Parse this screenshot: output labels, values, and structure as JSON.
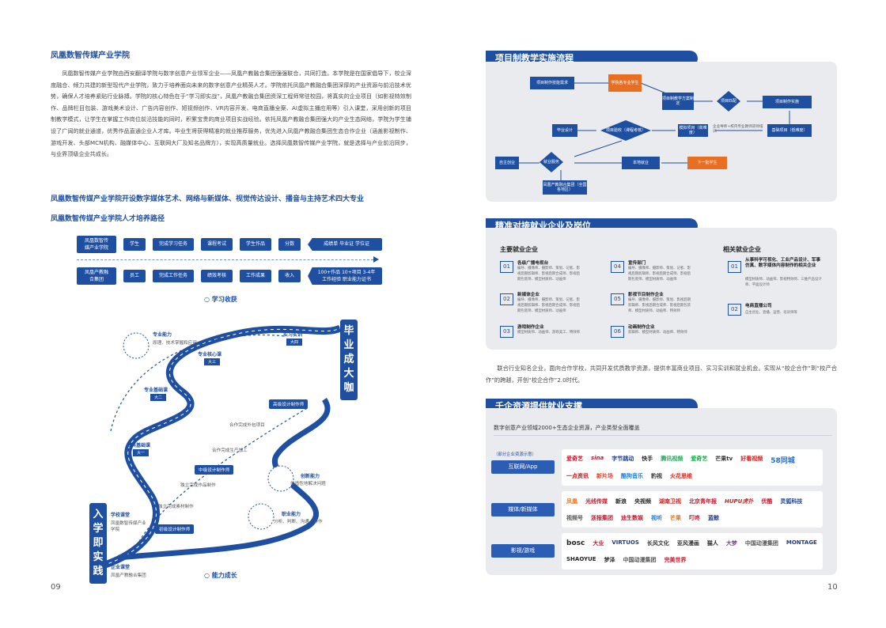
{
  "left_page": {
    "title": "凤凰数智传媒产业学院",
    "intro": "凤凰数智传媒产业学院由西安翻译学院与数字创意产业领军企业——凤凰产教融合集团强强联合，共同打造。本学院是在国家倡导下，校企深度融合、倾力共建的新型现代产业学院，致力于培养面向未来的数字创意产业精英人才。学院依托凤凰产教融合集团深厚的产业资源与前沿技术优势，确保人才培养紧贴行业脉搏。学院的核心特色在于“学习即实战”，凤凰产教融合集团资深工程师常驻校园，将真实的企业项目（如影视特效制作、品牌栏目包装、游戏美术设计、广告内容创作、短视频创作、VR内容开发、电商直播全案、AI虚拟主播应用等）引入课堂，采用创新的项目制教学模式，让学生在掌握工作岗位前沿技能的同时，积累宝贵的商业项目实战经验。依托凤凰产教融合集团强大的产业生态网络，学院为学生铺设了广阔的就业通道，优秀作品直通企业人才库。毕业生将获得精准的就业推荐服务，优先进入凤凰产教融合集团生态合作企业（涵盖影视制作、游戏开发、头部MCN机构、融媒体中心、互联网大厂及知名品牌方），实现高质量就业。选择凤凰数智传媒产业学院，就是选择与产业前沿同步，与业界顶级企业共成长。",
    "subtitle1": "凤凰数智传媒产业学院开设数字媒体艺术、网络与新媒体、视觉传达设计、播音与主持艺术四大专业",
    "subtitle2": "凤凰数智传媒产业学院人才培养路径",
    "row1": [
      "凤凰数智传媒产业学院",
      "学生",
      "完成学习任务",
      "课程考试",
      "学生作品",
      "分数",
      "成绩单  毕业证  学位证"
    ],
    "row2": [
      "凤凰产教融合集团",
      "员工",
      "完成工作任务",
      "绩效考核",
      "工作成果",
      "收入",
      "100+作品  10+项目 3-4年工作经验  职业能力证书"
    ],
    "learning": "学习收获",
    "growth": "能力成长",
    "top_vertical": "毕业成大咖",
    "bottom_vertical": "入学即实践",
    "roadmap": {
      "skill_pro": "专业能力",
      "skill_pro_desc": "原理、技术掌握和应用",
      "core_course": "专业核心课",
      "core_year": "大三",
      "base_course": "专业基础课",
      "base_year": "大二",
      "public_course": "公共基础课",
      "public_year": "大一",
      "practice": "实习实训",
      "practice_year": "大四",
      "high_design": "高级设计制作师",
      "mid_design": "中级设计制作师",
      "low_design": "初级设计制作师",
      "step1": "合作完成外包项目",
      "step2": "合作完成生产加工",
      "step3": "独立完成作品制作",
      "step4": "独立完成素材制作",
      "innov": "创新能力",
      "innov_desc": "创造性地解决问题",
      "career": "职业能力",
      "career_desc": "分析、判断、沟通、协作",
      "school_class": "学校课堂",
      "school_name": "凤凰数智传媒产业学院",
      "ent_class": "企业课堂",
      "ent_name": "凤凰产教融合集团"
    },
    "page_number": "09"
  },
  "right_page": {
    "sec1": "项目制教学实施流程",
    "flow": {
      "n1": "项目制作技能需求",
      "n2": "学院各专业学生",
      "n3": "项目制教学方案制定",
      "n4": "项目匹配",
      "n5": "项目制作实施",
      "n6": "毕业设计",
      "n7": "项目验收（课程考核）",
      "n8": "模拟项目（高难度）",
      "n9": "企业导师+校内专业教师双师培训",
      "n10": "基础项目（低难度）",
      "n11": "自主创业",
      "n12": "就业服务",
      "n13": "本地就业",
      "n14": "下一批学生",
      "n15": "凤凰产教融合集团（全国各地区）"
    },
    "sec2": "精准对接就业企业及岗位",
    "main_emp": "主要就业企业",
    "rel_emp": "相关就业企业",
    "jobs": [
      {
        "n": "01",
        "t": "各级广播电视台",
        "d": "编导、摄像师、摄影师、策划、记者、影视后期剪辑师、影视后期合成师、影视后期包装师、模型材质师、动画师"
      },
      {
        "n": "02",
        "t": "新媒体企业",
        "d": "编导、摄像师、摄影师、策划、记者、影视后期剪辑师、影视后期合成师、影视后期包装师、模型材质师、动画师"
      },
      {
        "n": "03",
        "t": "游戏制作企业",
        "d": "模型材质师、动画师、游戏美工、特效师"
      },
      {
        "n": "04",
        "t": "宣传部门",
        "d": "编导、摄像师、摄影师、策划、记者、影视后期剪辑师、影视后期合成师、影视后期包装师、模型材质师、动画师"
      },
      {
        "n": "05",
        "t": "影视节目制作企业",
        "d": "编导、摄像师、摄影师、策划、影视后期剪辑师、影视后期合成师、影视后期包装师、模型材质师、动画师、特效师"
      },
      {
        "n": "06",
        "t": "动画制作企业",
        "d": "剪辑师、模型材质师、动画师、特效师"
      }
    ],
    "rel_jobs": [
      {
        "n": "01",
        "t": "从事科学可视化、工业产品设计、军事仿真、数字媒体内容制作的相关企业",
        "d": "模型材质师、动画师、影视特效师、三维产品设计师、平面设计师"
      },
      {
        "n": "02",
        "t": "电商直播公司",
        "d": "自主创业、直播、运营、培训师等"
      }
    ],
    "para2": "联合行业知名企业，面向合作学校，共同开发优质教学资源，提供丰富商业项目、实习实训和就业机会。实现从“校企合作”到“校产合作”的跨越，开创“校企合作”2.0时代。",
    "sec3": "千企资源提供就业支撑",
    "res_line": "数字创意产业领域2000+生态企业资源，产业类型全面覆盖",
    "res_note": "（部分企业资源示意）",
    "cats": [
      {
        "name": "互联网/App",
        "logos": [
          "爱奇艺",
          "sina",
          "字节跳动",
          "快手",
          "腾讯视频",
          "爱奇艺",
          "芒果tv",
          "好看视频",
          "58同城",
          "一点资讯",
          "新片场",
          "酷狗音乐",
          "豹视",
          "火花思维"
        ]
      },
      {
        "name": "媒体/新媒体",
        "logos": [
          "凤凰",
          "光线传媒",
          "新浪",
          "央视频",
          "湖南卫视",
          "北京青年报",
          "HUPU虎扑",
          "优酷",
          "灵狐科技",
          "视频号",
          "浙报集团",
          "迪生数娱",
          "视听",
          "芒果",
          "叮咚",
          "蓝鲸"
        ]
      },
      {
        "name": "影视/游戏",
        "logos": [
          "bosc",
          "大业",
          "VIRTUOS",
          "长风文化",
          "亚风漫画",
          "猫人",
          "大梦",
          "中国动漫集团",
          "MONTAGE",
          "SHAOYUE",
          "梦泽",
          "中国动漫集团",
          "完美世界"
        ]
      }
    ],
    "page_number": "10"
  }
}
